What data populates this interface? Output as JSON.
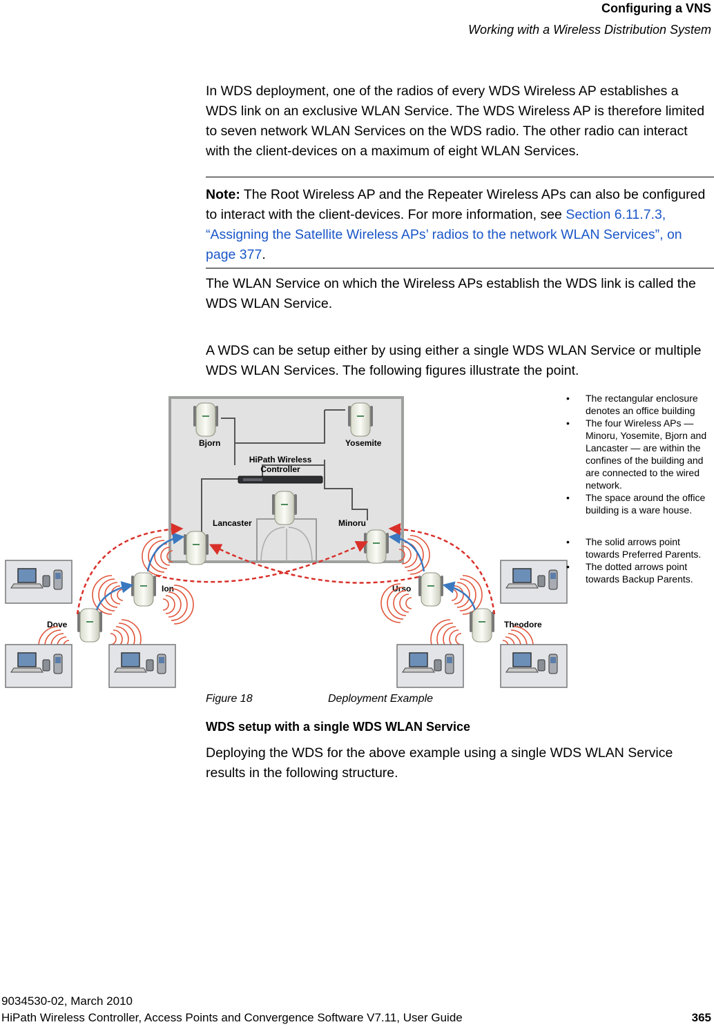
{
  "header": {
    "title": "Configuring a VNS",
    "subtitle": "Working with a Wireless Distribution System"
  },
  "body": {
    "para1": "In WDS deployment, one of the radios of every WDS Wireless AP establishes a WDS link on an exclusive WLAN Service. The WDS Wireless AP is therefore limited to seven network WLAN Services on the WDS radio. The other radio can interact with the client-devices on a maximum of eight WLAN Services.",
    "note_label": "Note:",
    "note_text": " The Root Wireless AP and the Repeater Wireless APs can also be configured to interact with the client-devices. For more information, see ",
    "note_link": "Section 6.11.7.3, “Assigning the Satellite Wireless APs’ radios to the network WLAN Services”, on page 377",
    "note_end": ".",
    "para2": "The WLAN Service on which the Wireless APs establish the WDS link is called the WDS WLAN Service.",
    "para3": "A WDS can be setup either by using either a single WDS WLAN Service or multiple WDS WLAN Services. The following figures illustrate the point."
  },
  "figure": {
    "controller_line1": "HiPath Wireless",
    "controller_line2": "Controller",
    "ap_labels": {
      "bjorn": "Bjorn",
      "yosemite": "Yosemite",
      "lancaster": "Lancaster",
      "minoru": "Minoru",
      "ion": "Ion",
      "urso": "Urso",
      "dove": "Dove",
      "theodore": "Theodore"
    },
    "bullets": [
      "The rectangular enclosure denotes an office building",
      "The four Wireless APs — Minoru, Yosemite, Bjorn and Lancaster — are within the confines of the building and are connected to the wired network.",
      "The space around the office building is a ware house.",
      "The solid arrows point towards Preferred Parents.",
      "The dotted arrows point towards Backup Parents."
    ],
    "bullet_symbol": "•",
    "caption_number": "Figure 18",
    "caption_title": "Deployment Example"
  },
  "section": {
    "heading": "WDS setup with a single WDS WLAN Service",
    "para": "Deploying the WDS for the above example using a single WDS WLAN Service results in the following structure."
  },
  "footer": {
    "doc_id": "9034530-02, March 2010",
    "doc_title": "HiPath Wireless Controller, Access Points and Convergence Software V7.11, User Guide",
    "page_number": "365"
  },
  "colors": {
    "link": "#1a56c8",
    "solid_arrow": "#3a78c0",
    "dotted_arrow": "#d9302a",
    "signal": "#e0553a"
  }
}
